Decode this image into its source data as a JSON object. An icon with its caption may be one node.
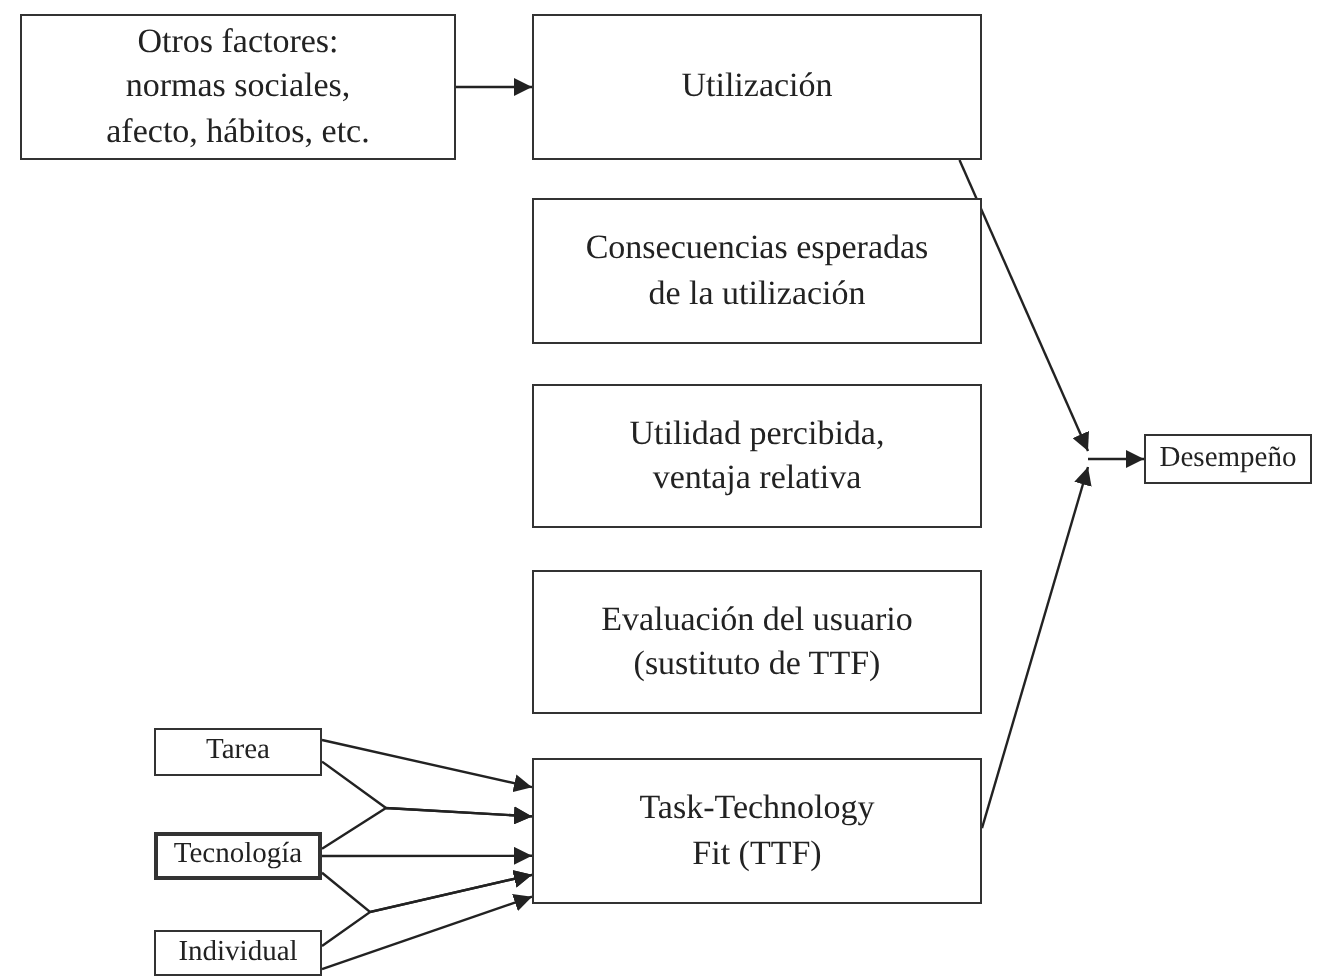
{
  "diagram": {
    "nodes": [
      {
        "text": [
          "Otros factores: normas sociales, afecto, hábitos, etc."
        ]
      },
      {
        "text": [
          "Utilización"
        ]
      },
      {
        "text": [
          "Consecuencias esperadas de la utilización"
        ]
      },
      {
        "text": [
          "Utilidad percibida, ventaja relativa"
        ]
      },
      {
        "text": [
          "Evaluación del usuario (sustituto de TTF)"
        ]
      },
      {
        "text": [
          "Task-Technology Fit (TTF)"
        ]
      },
      {
        "text": [
          "Tarea"
        ]
      },
      {
        "text": [
          "Tecnología"
        ]
      },
      {
        "text": [
          "Individual"
        ]
      },
      {
        "text": [
          "Desempeño"
        ]
      }
    ],
    "edges": [
      {
        "from": 0,
        "to": 1,
        "arrow": "to"
      },
      {
        "from": 1,
        "to": 9,
        "arrow": "to"
      },
      {
        "from": 5,
        "to": 9,
        "arrow": "to"
      },
      {
        "from": 6,
        "to": 5,
        "arrow": "to"
      },
      {
        "from": 6,
        "to": 5,
        "arrow": "to"
      },
      {
        "from": 7,
        "to": 5,
        "arrow": "to"
      },
      {
        "from": 7,
        "to": 5,
        "arrow": "to"
      },
      {
        "from": 7,
        "to": 5,
        "arrow": "to"
      },
      {
        "from": 8,
        "to": 5,
        "arrow": "to"
      },
      {
        "from": 8,
        "to": 5,
        "arrow": "to"
      }
    ]
  }
}
